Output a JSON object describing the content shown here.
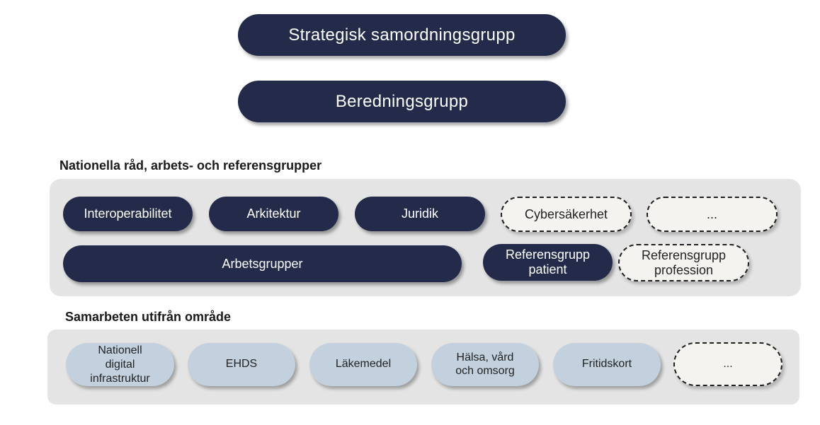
{
  "top": {
    "strategic": "Strategisk samordningsgrupp",
    "preparation": "Beredningsgrupp"
  },
  "national": {
    "title": "Nationella råd, arbets- och referensgrupper",
    "interoperability": "Interoperabilitet",
    "architecture": "Arkitektur",
    "legal": "Juridik",
    "cybersecurity": "Cybersäkerhet",
    "more": "...",
    "working_groups": "Arbetsgrupper",
    "ref_patient": "Referensgrupp\npatient",
    "ref_profession": "Referensgrupp\nprofession"
  },
  "areas": {
    "title": "Samarbeten utifrån område",
    "infrastructure": "Nationell\ndigital\ninfrastruktur",
    "ehds": "EHDS",
    "medicines": "Läkemedel",
    "health": "Hälsa, vård\noch omsorg",
    "leisure": "Fritidskort",
    "more": "..."
  },
  "colors": {
    "dark_pill": "#242b4a",
    "light_pill": "#c3d1de",
    "dashed_pill": "#f5f3ef",
    "panel": "#e4e4e4"
  }
}
